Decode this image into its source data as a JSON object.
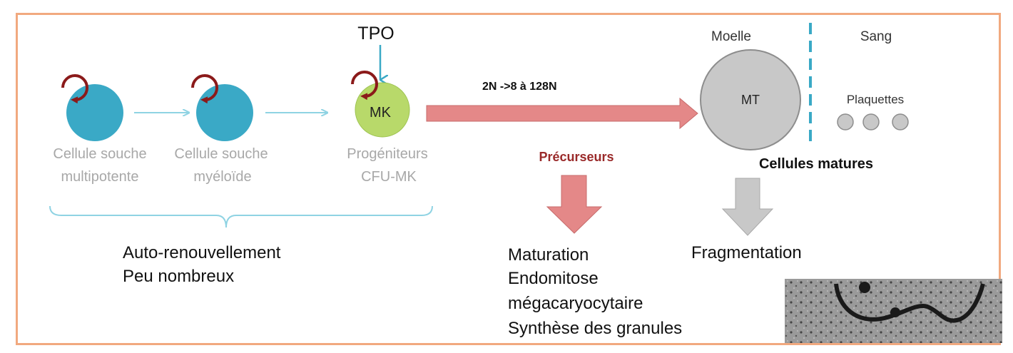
{
  "diagram": {
    "tpo_label": "TPO",
    "stages": [
      {
        "line1": "Cellule souche",
        "line2": "multipotente"
      },
      {
        "line1": "Cellule souche",
        "line2": "myéloïde"
      },
      {
        "line1": "Progéniteurs",
        "line2": "CFU-MK",
        "cell_label": "MK"
      }
    ],
    "ploidy_label": "2N ->8 à 128N",
    "precursors_label": "Précurseurs",
    "mature_cell_label": "MT",
    "marrow_label": "Moelle",
    "blood_label": "Sang",
    "platelets_label": "Plaquettes",
    "mature_cells_label": "Cellules matures",
    "bracket_notes": [
      "Auto-renouvellement",
      "Peu nombreux"
    ],
    "maturation_notes": [
      "Maturation",
      "Endomitose",
      "mégacaryocytaire",
      "Synthèse des granules"
    ],
    "fragmentation_label": "Fragmentation",
    "colors": {
      "frame": "#f1a97f",
      "stem_cell": "#3aa9c6",
      "progenitor": "#b8d96a",
      "cycle_arrow": "#8b1a1a",
      "connector": "#8fd3e3",
      "big_arrow": "#e48888",
      "mature_cell": "#c8c8c8",
      "grey_text": "#a8a8a8",
      "precursor_text": "#9a2a2a"
    }
  }
}
